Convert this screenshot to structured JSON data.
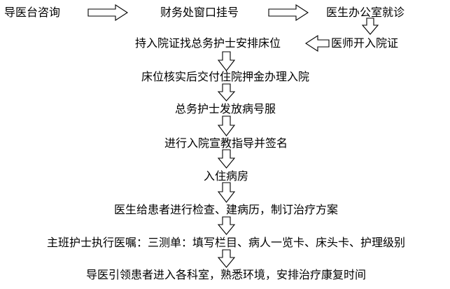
{
  "steps": {
    "s1": "导医台咨询",
    "s2": "财务处窗口挂号",
    "s3": "医生办公室就诊",
    "s4": "医师开入院证",
    "s5": "持入院证找总务护士安排床位",
    "s6": "床位核实后交付住院押金办理入院",
    "s7": "总务护士发放病号服",
    "s8": "进行入院宣教指导并签名",
    "s9": "入住病房",
    "s10": "医生给患者进行检查、建病历，制订治疗方案",
    "s11": "主班护士执行医嘱：三测单：填写栏目、病人一览卡、床头卡、护理级别",
    "s12": "导医引领患者进入各科室，熟悉环境，安排治疗康复时间"
  }
}
